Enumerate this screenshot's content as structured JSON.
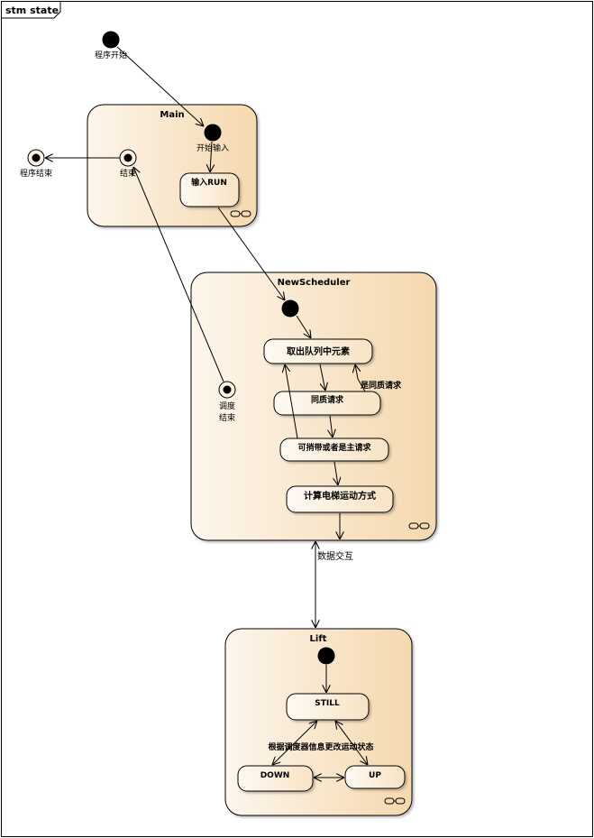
{
  "frame": {
    "title": "stm state"
  },
  "top": {
    "initial_label": "程序开始",
    "final_label": "程序结束"
  },
  "main": {
    "title": "Main",
    "initial_label": "开始输入",
    "exit_label": "结束",
    "state_input_run": "输入RUN"
  },
  "scheduler": {
    "title": "NewScheduler",
    "exit_label_line1": "调度",
    "exit_label_line2": "结束",
    "state_take": "取出队列中元素",
    "state_same": "同质请求",
    "state_carry": "可捎带或者是主请求",
    "state_compute": "计算电梯运动方式",
    "guard_same": "是同质请求"
  },
  "link": {
    "label": "数据交互"
  },
  "lift": {
    "title": "Lift",
    "state_still": "STILL",
    "state_down": "DOWN",
    "state_up": "UP",
    "note": "根据调度器信息更改运动状态"
  },
  "colors": {
    "composite_light": "#fdf6ec",
    "composite_dark": "#f5d9b0",
    "border": "#000000"
  }
}
